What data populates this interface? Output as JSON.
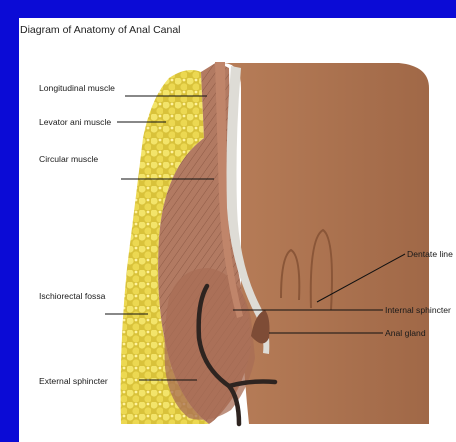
{
  "title": "Diagram of Anatomy of Anal Canal",
  "labels": {
    "longitudinal_muscle": "Longitudinal muscle",
    "levator_ani_muscle": "Levator ani muscle",
    "circular_muscle": "Circular muscle",
    "ischiorectal_fossa": "Ischiorectal fossa",
    "external_sphincter": "External sphincter",
    "dentate_line": "Dentate line",
    "internal_sphincter": "Internal sphincter",
    "anal_gland": "Anal gland"
  },
  "colors": {
    "background": "#0b0bd6",
    "slide": "#ffffff",
    "fat": "#e6d24a",
    "muscle": "#b07860",
    "canal": "#a8704e",
    "lining": "#dcdcd8"
  }
}
